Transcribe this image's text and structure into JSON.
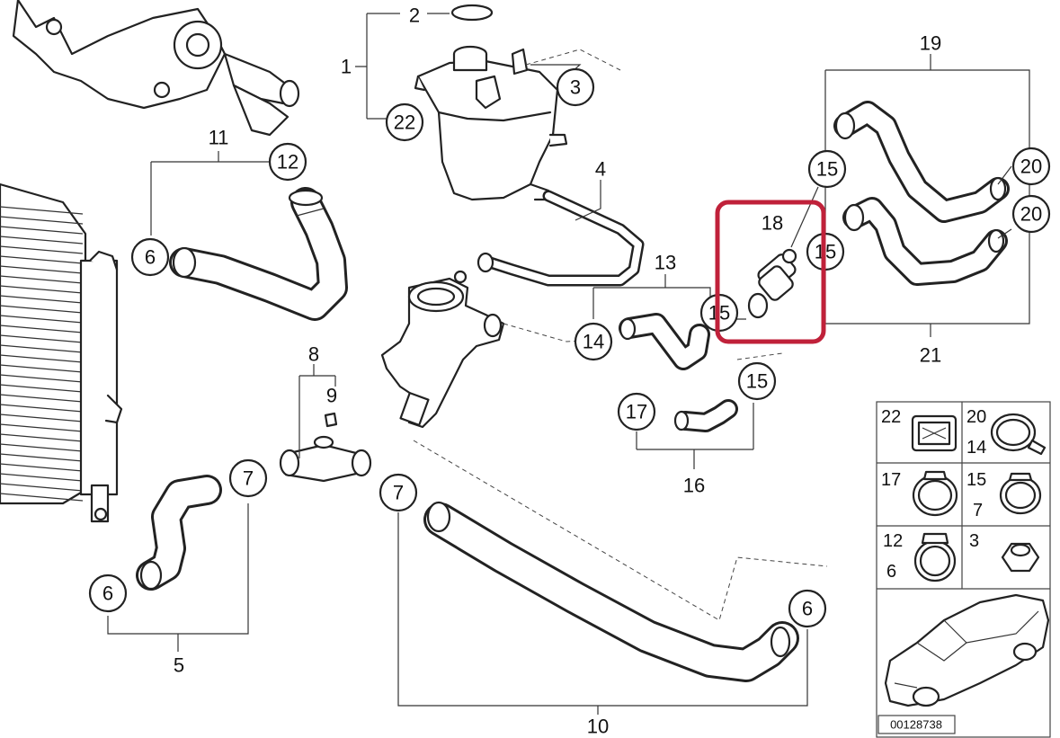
{
  "callouts": [
    {
      "label": "2"
    },
    {
      "label": "1"
    },
    {
      "label": "22"
    },
    {
      "label": "3"
    },
    {
      "label": "4"
    },
    {
      "label": "19"
    },
    {
      "label": "15"
    },
    {
      "label": "20"
    },
    {
      "label": "20"
    },
    {
      "label": "11"
    },
    {
      "label": "12"
    },
    {
      "label": "6"
    },
    {
      "label": "18"
    },
    {
      "label": "15"
    },
    {
      "label": "13"
    },
    {
      "label": "14"
    },
    {
      "label": "15"
    },
    {
      "label": "21"
    },
    {
      "label": "8"
    },
    {
      "label": "9"
    },
    {
      "label": "15"
    },
    {
      "label": "17"
    },
    {
      "label": "16"
    },
    {
      "label": "7"
    },
    {
      "label": "7"
    },
    {
      "label": "6"
    },
    {
      "label": "5"
    },
    {
      "label": "6"
    },
    {
      "label": "10"
    }
  ],
  "legend": {
    "cells": [
      {
        "labels": [
          "22"
        ]
      },
      {
        "labels": [
          "20",
          "14"
        ]
      },
      {
        "labels": [
          "17"
        ]
      },
      {
        "labels": [
          "15",
          "7"
        ]
      },
      {
        "labels": [
          "12",
          "6"
        ]
      },
      {
        "labels": [
          "3"
        ]
      }
    ]
  },
  "document_number": "00128738",
  "highlight_color": "#c0213a"
}
